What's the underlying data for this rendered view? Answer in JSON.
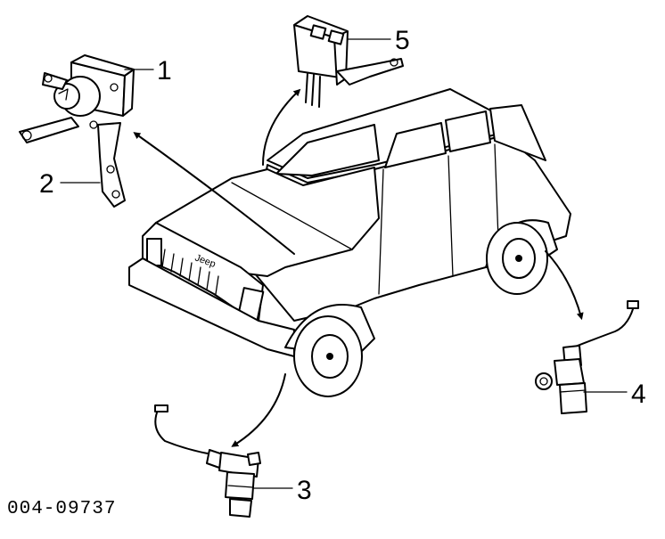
{
  "figure_code": "004-09737",
  "brand_badge": "Jeep",
  "callouts": [
    {
      "id": "1",
      "label": "1"
    },
    {
      "id": "2",
      "label": "2"
    },
    {
      "id": "3",
      "label": "3"
    },
    {
      "id": "4",
      "label": "4"
    },
    {
      "id": "5",
      "label": "5"
    }
  ],
  "colors": {
    "line": "#000000",
    "background": "#ffffff"
  }
}
